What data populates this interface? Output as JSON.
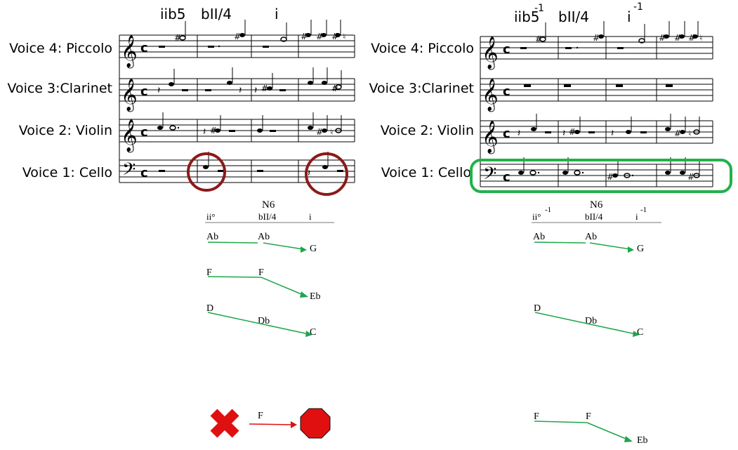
{
  "left": {
    "chords": [
      "iib5",
      "bII/4",
      "i"
    ],
    "voices": [
      "Voice 4: Piccolo",
      "Voice 3:Clarinet",
      "Voice 2: Violin",
      "Voice 1: Cello"
    ],
    "analysis": {
      "n6_label": "N6",
      "header": [
        "ii°",
        "bII/4",
        "i"
      ],
      "notes_row1": [
        "Ab",
        "Ab",
        "G"
      ],
      "notes_row2": [
        "F",
        "F",
        "Eb"
      ],
      "notes_row3": [
        "D",
        "Db",
        "C"
      ],
      "bad_note": "F"
    }
  },
  "right": {
    "chords": [
      "iib5",
      "bII/4",
      "i"
    ],
    "chord_sups": [
      "-1",
      "-1"
    ],
    "voices": [
      "Voice 4: Piccolo",
      "Voice 3:Clarinet",
      "Voice 2: Violin",
      "Voice 1: Cello"
    ],
    "analysis": {
      "n6_label": "N6",
      "header": [
        "ii°",
        "bII/4",
        "i"
      ],
      "header_sups": [
        "-1",
        "-1"
      ],
      "notes_row1": [
        "Ab",
        "Ab",
        "G"
      ],
      "notes_row2": [
        "D",
        "Db",
        "C"
      ],
      "notes_row3": [
        "F",
        "F",
        "Eb"
      ]
    }
  },
  "colors": {
    "circle": "#8b1a1a",
    "highlight": "#22b14c",
    "arrow_green": "#1fa64a",
    "arrow_red": "#e01010",
    "stop": "#e01010"
  },
  "icons": [
    "x-icon",
    "stop-icon"
  ]
}
